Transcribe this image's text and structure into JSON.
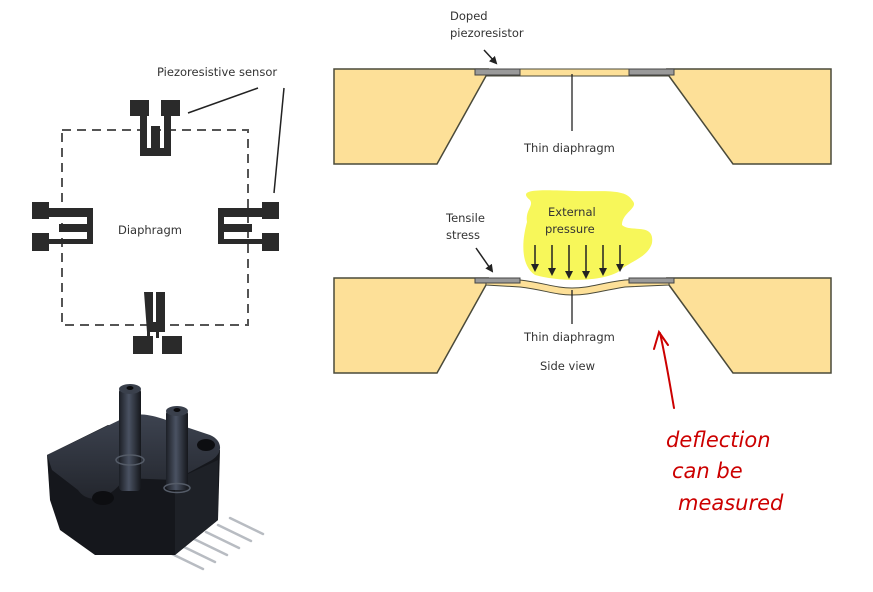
{
  "colors": {
    "substrate": "#fde098",
    "outline": "#4a4a3a",
    "resistor": "#9a9a9a",
    "highlight": "#f7f75a",
    "annotation": "#cc0000",
    "sensor_ink": "#2a2a2a"
  },
  "top_view": {
    "sensor_label": "Piezoresistive sensor",
    "diaphragm_label": "Diaphragm",
    "sensor_count": 4
  },
  "cross_section_rest": {
    "resistor_label_line1": "Doped",
    "resistor_label_line2": "piezoresistor",
    "diaphragm_label": "Thin diaphragm"
  },
  "cross_section_loaded": {
    "stress_label_line1": "Tensile",
    "stress_label_line2": "stress",
    "pressure_label_line1": "External",
    "pressure_label_line2": "pressure",
    "pressure_arrow_count": 6,
    "diaphragm_label": "Thin diaphragm",
    "view_label": "Side view"
  },
  "annotation": {
    "line1": "deflection",
    "line2": "can be",
    "line3": "measured"
  },
  "product_photo": {
    "subject": "pressure sensor package with two ports and six pins",
    "pin_count": 6,
    "port_count": 2
  }
}
